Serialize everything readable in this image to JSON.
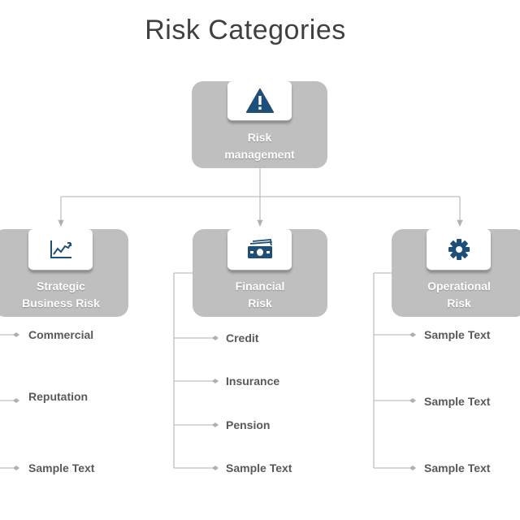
{
  "title": "Risk Categories",
  "colors": {
    "box": "#bfbfbf",
    "icon": "#1f4e79",
    "connector": "#c0c0c0",
    "text": "#595959"
  },
  "root": {
    "line1": "Risk",
    "line2": "management",
    "icon": "warning-icon"
  },
  "categories": [
    {
      "line1": "Strategic",
      "line2": "Business Risk",
      "icon": "line-chart-icon",
      "items": [
        "Commercial",
        "Reputation",
        "Sample Text"
      ]
    },
    {
      "line1": "Financial",
      "line2": "Risk",
      "icon": "money-icon",
      "items": [
        "Credit",
        "Insurance",
        "Pension",
        "Sample Text"
      ]
    },
    {
      "line1": "Operational",
      "line2": "Risk",
      "icon": "gear-icon",
      "items": [
        "Sample Text",
        "Sample Text",
        "Sample Text"
      ]
    }
  ]
}
